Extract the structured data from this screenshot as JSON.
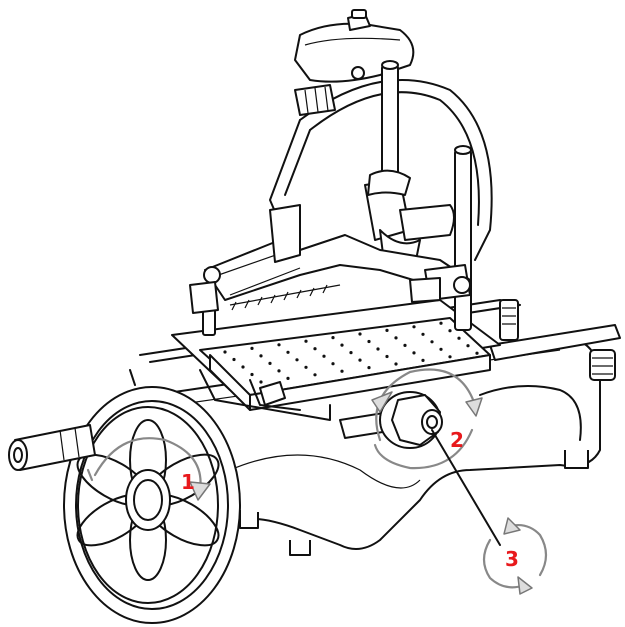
{
  "diagram": {
    "callouts": [
      {
        "label": "1"
      },
      {
        "label": "2"
      },
      {
        "label": "3"
      }
    ]
  },
  "colors": {
    "callout": "#e8191c",
    "line": "#111111",
    "rotation_arrow": "#888888",
    "background": "#ffffff"
  }
}
